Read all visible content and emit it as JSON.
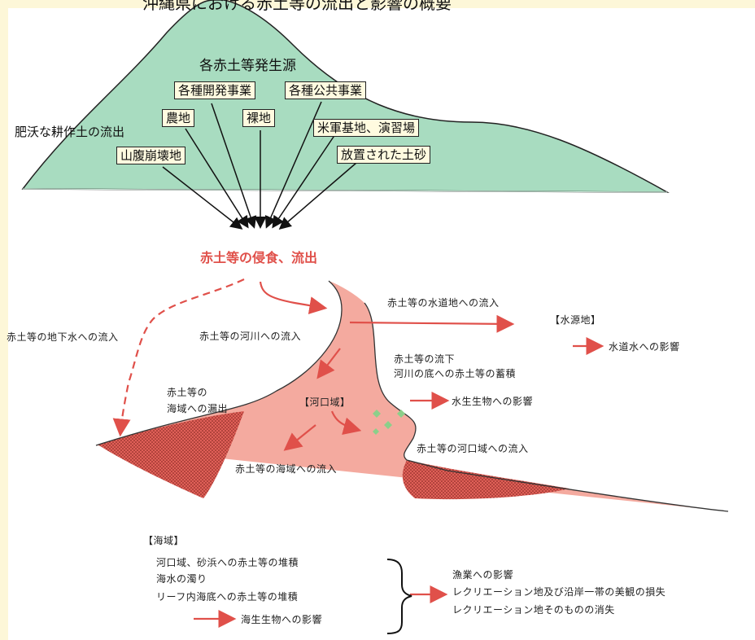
{
  "title": "沖縄県における赤土等の流出と影響の概要",
  "mountain": {
    "heading": "各赤土等発生源",
    "fertile_label": "肥沃な耕作土の流出",
    "sources": [
      "各種開発事業",
      "各種公共事業",
      "農地",
      "裸地",
      "米軍基地、演習場",
      "山腹崩壊地",
      "放置された土砂"
    ]
  },
  "center_label": "赤土等の侵食、流出",
  "labels": {
    "groundwater": "赤土等の地下水への流入",
    "river": "赤土等の河川への流入",
    "water_source_inflow": "赤土等の水道地への流入",
    "water_source_title": "【水源地】",
    "water_source_effect": "水道水への影響",
    "flow_down_1": "赤土等の流下",
    "flow_down_2": "河川の底への赤土等の蓄積",
    "sea_outflow_1": "赤土等の",
    "sea_outflow_2": "海域への漏出",
    "estuary_title": "【河口域】",
    "aquatic_effect": "水生生物への影響",
    "estuary_inflow": "赤土等の河口域への流入",
    "sea_inflow": "赤土等の海域への流入"
  },
  "sea": {
    "title": "【海域】",
    "items": [
      "河口域、砂浜への赤土等の堆積",
      "海水の濁り",
      "リーフ内海底への赤土等の堆積"
    ],
    "marine_effect": "海生生物への影響",
    "results": [
      "漁業への影響",
      "レクリエーション地及び沿岸一帯の美観の損失",
      "レクリエーション地そのものの消失"
    ]
  },
  "colors": {
    "mountain": "#a8dcc0",
    "river": "#f4aa9f",
    "arrow": "#e0504a",
    "deposit": "#d84a44"
  }
}
